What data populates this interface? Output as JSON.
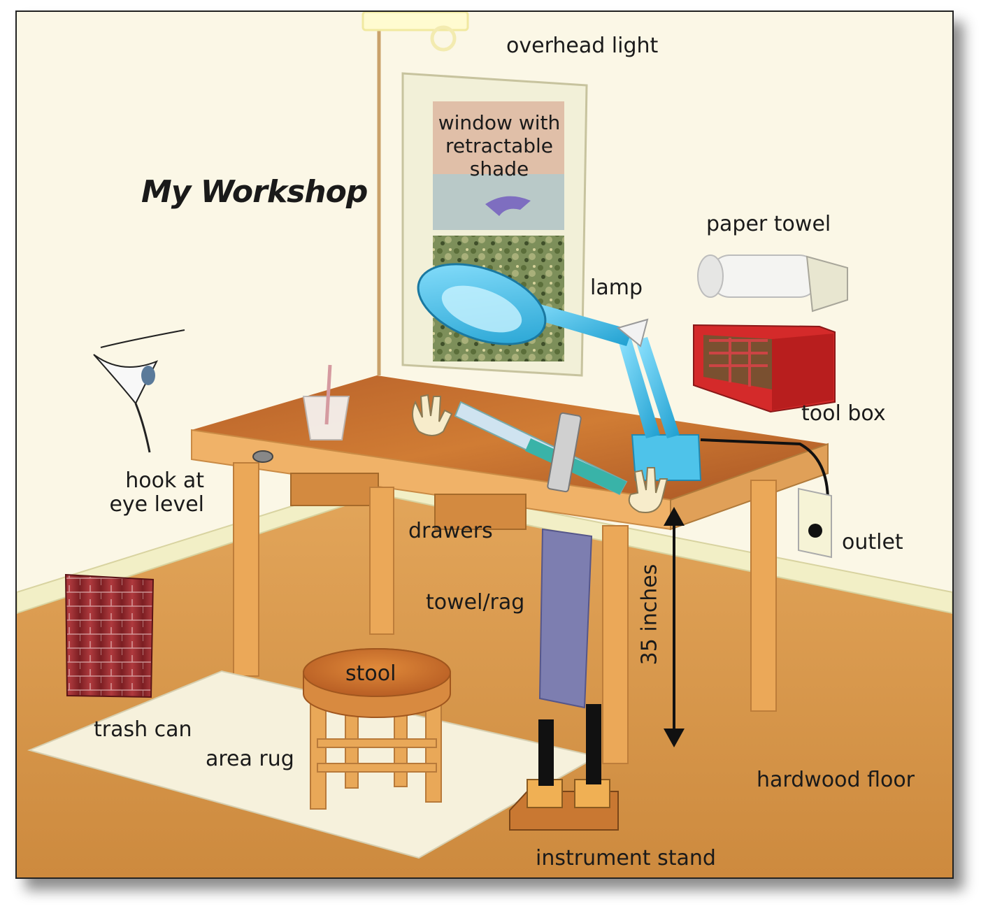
{
  "title": "My Workshop",
  "labels": {
    "overhead_light": "overhead light",
    "window": [
      "window with",
      "retractable",
      "shade"
    ],
    "paper_towel": "paper towel",
    "lamp": "lamp",
    "tool_box": "tool box",
    "hook": [
      "hook at",
      "eye level"
    ],
    "drawers": "drawers",
    "outlet": "outlet",
    "towel_rag": "towel/rag",
    "height": "35 inches",
    "stool": "stool",
    "trash_can": "trash can",
    "area_rug": "area rug",
    "hardwood_floor": "hardwood floor",
    "instrument_stand": "instrument stand"
  },
  "colors": {
    "wall": "#fbf7e6",
    "floor": "#dc9a4c",
    "baseboard": "#f0ecc0",
    "table_top": "#c8702a",
    "table_leg": "#e9a858",
    "lamp": "#4ec3ea",
    "tool_box": "#d42a2a",
    "trash_can": "#9a2d30",
    "rug": "#f6f1dc",
    "shade": "#e0bfa8"
  }
}
